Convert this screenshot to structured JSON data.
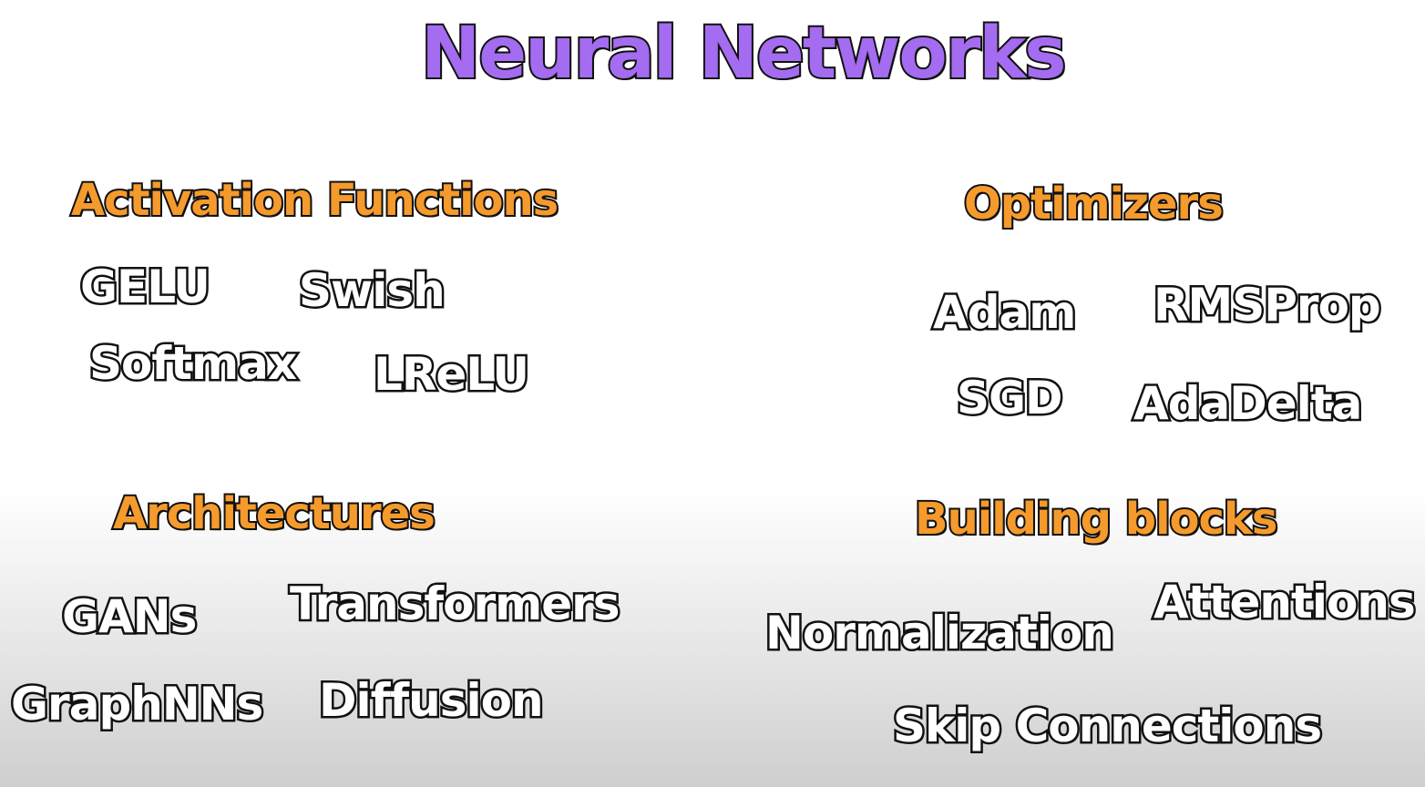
{
  "title": "Neural Networks",
  "sections": {
    "activation": {
      "heading": "Activation Functions",
      "items": [
        "GELU",
        "Swish",
        "Softmax",
        "LReLU"
      ]
    },
    "optimizers": {
      "heading": "Optimizers",
      "items": [
        "Adam",
        "RMSProp",
        "SGD",
        "AdaDelta"
      ]
    },
    "architectures": {
      "heading": "Architectures",
      "items": [
        "GANs",
        "Transformers",
        "GraphNNs",
        "Diffusion"
      ]
    },
    "building_blocks": {
      "heading": "Building blocks",
      "items": [
        "Normalization",
        "Attentions",
        "Skip Connections"
      ]
    }
  },
  "colors": {
    "title": "#a46cf0",
    "heading": "#f59a2c",
    "term": "#ffffff",
    "outline": "#111111"
  }
}
